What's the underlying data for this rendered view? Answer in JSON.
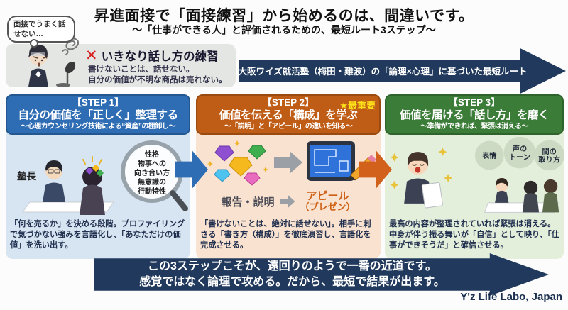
{
  "header": {
    "title": "昇進面接で「面接練習」から始めるのは、間違いです。",
    "subtitle": "～「仕事ができる人」と評価されるための、最短ルート3ステップ～"
  },
  "problem": {
    "speech_bubble": "面接でうまく話せない…",
    "x_mark": "✕",
    "wrong_title": "いきなり話し方の練習",
    "line1": "書けないことは、話せない。",
    "line2": "自分の価値が不明な商品は売れない。"
  },
  "route_banner": {
    "text": "大阪ワイズ就活塾（梅田・難波）の「論理×心理」に基づいた最短ルート"
  },
  "steps": [
    {
      "label": "【STEP 1】",
      "title": "自分の価値を「正しく」整理する",
      "subtitle": "～心理カウンセリング技術による“資産”の棚卸し～",
      "person_label": "塾長",
      "magnifier": {
        "l1": "性格",
        "l2": "物事への",
        "l3": "向き合い方",
        "l4": "無意識の",
        "l5": "行動特性"
      },
      "description": "「何を売るか」を決める段階。プロファイリングで気づかない強みを言語化し、「あなただけの価値」を洗い出す。"
    },
    {
      "label": "【STEP 2】",
      "badge": "★最重要",
      "title": "価値を伝える「構成」を学ぶ",
      "subtitle": "～「説明」と「アピール」の違いを知る～",
      "from_label": "報告・説明",
      "to_label1": "アピール",
      "to_label2": "（プレゼン）",
      "description": "「書けないことは、絶対に話せない」。相手に刺さる「書き方（構成）」を徹底演習し、言語化を完成させる。"
    },
    {
      "label": "【STEP 3】",
      "title": "価値を届ける「話し方」を磨く",
      "subtitle": "～準備ができれば、緊張は消える～",
      "tags": {
        "t1a": "表情",
        "t2a": "声の",
        "t2b": "トーン",
        "t3a": "間の",
        "t3b": "取り方"
      },
      "description": "最高の内容が整理されていれば緊張は消える。中身が伴う振る舞いが「自信」として映り、「仕事ができそうだ」と確信させる。"
    }
  ],
  "conclusion": {
    "line1": "この3ステップこそが、遠回りのようで一番の近道です。",
    "line2": "感覚ではなく論理で攻める。だから、最短で結果が出ます。"
  },
  "credit": "Y'z Life Labo, Japan",
  "colors": {
    "navy": "#20395c",
    "step1_blue": "#2e6cb3",
    "step2_orange": "#bf5c16",
    "step3_green": "#3c7c39",
    "badge_yellow": "#ffe11a",
    "error_red": "#d71f1f",
    "appeal_orange": "#ce5f13"
  }
}
